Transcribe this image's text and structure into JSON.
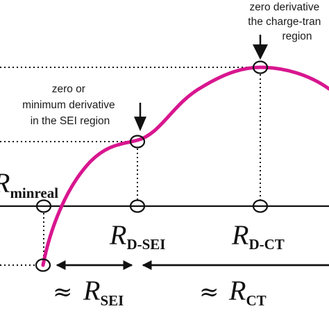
{
  "annotations": {
    "top_line1": "zero derivative",
    "top_line2": "the charge-tran",
    "top_line3": "region",
    "mid_line1": "zero or",
    "mid_line2": "minimum derivative",
    "mid_line3": "in the SEI region"
  },
  "labels": {
    "rmin_main": "R",
    "rmin_sub": "minreal",
    "rdsei_main": "R",
    "rdsei_sub": "D-SEI",
    "rdct_main": "R",
    "rdct_sub": "D-CT",
    "approx_symbol": "≈",
    "rsei_main": "R",
    "rsei_sub": "SEI",
    "rct_main": "R",
    "rct_sub": "CT"
  },
  "colors": {
    "curve": "#d8168f",
    "ink": "#111111",
    "background": "#ffffff"
  }
}
